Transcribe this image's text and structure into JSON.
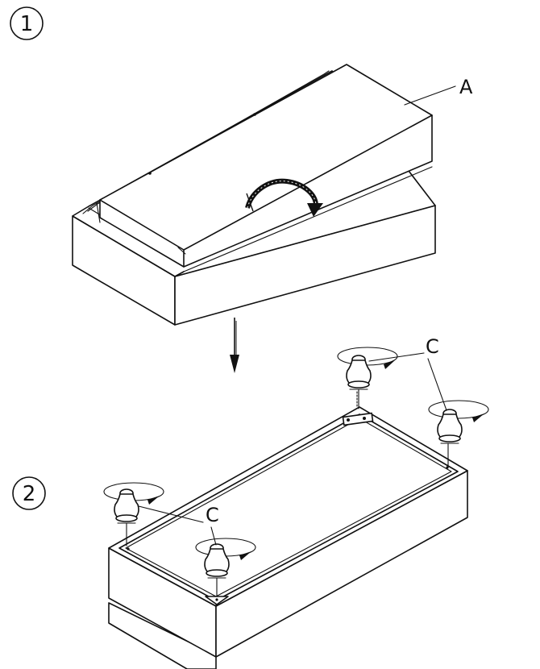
{
  "steps": [
    {
      "number": "1"
    },
    {
      "number": "2"
    }
  ],
  "labels": {
    "lid": "A",
    "foot_upper": "C",
    "foot_lower": "C"
  }
}
